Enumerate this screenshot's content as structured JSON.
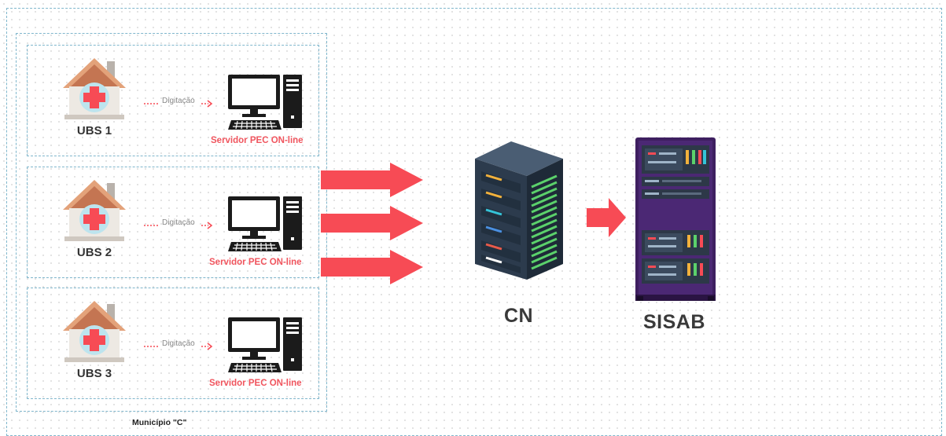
{
  "municipality": {
    "label": "Município \"C\""
  },
  "units": [
    {
      "name": "UBS 1",
      "entry_label": "Digitação",
      "server_label": "Servidor PEC ON-line"
    },
    {
      "name": "UBS 2",
      "entry_label": "Digitação",
      "server_label": "Servidor PEC ON-line"
    },
    {
      "name": "UBS 3",
      "entry_label": "Digitação",
      "server_label": "Servidor PEC ON-line"
    }
  ],
  "central_node": {
    "label": "CN"
  },
  "national_system": {
    "label": "SISAB"
  },
  "colors": {
    "arrow": "#f74b55",
    "frame_dashed": "#7fb6cc",
    "server_text": "#f0555e",
    "rack_body": "#2f4054",
    "cabinet_purple": "#5a2d82"
  },
  "icons": [
    "health-clinic-house-icon",
    "desktop-computer-icon",
    "server-rack-icon",
    "server-cabinet-icon",
    "arrow-right-icon",
    "dotted-arrow-icon"
  ]
}
